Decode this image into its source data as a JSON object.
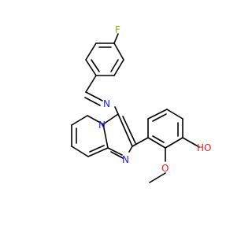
{
  "molecule": {
    "atoms": {
      "fluorine": "F",
      "imine_nitrogen": "N",
      "ring_nitrogen_bridgehead": "N",
      "ring_nitrogen_imidazole": "N",
      "hydroxyl": "HO",
      "methoxy_oxygen": "O"
    }
  },
  "colors": {
    "bond": "#000000",
    "fluorine": "#88b800",
    "nitrogen": "#2020e8",
    "oxygen": "#e81c1c",
    "background": "#ffffff"
  }
}
